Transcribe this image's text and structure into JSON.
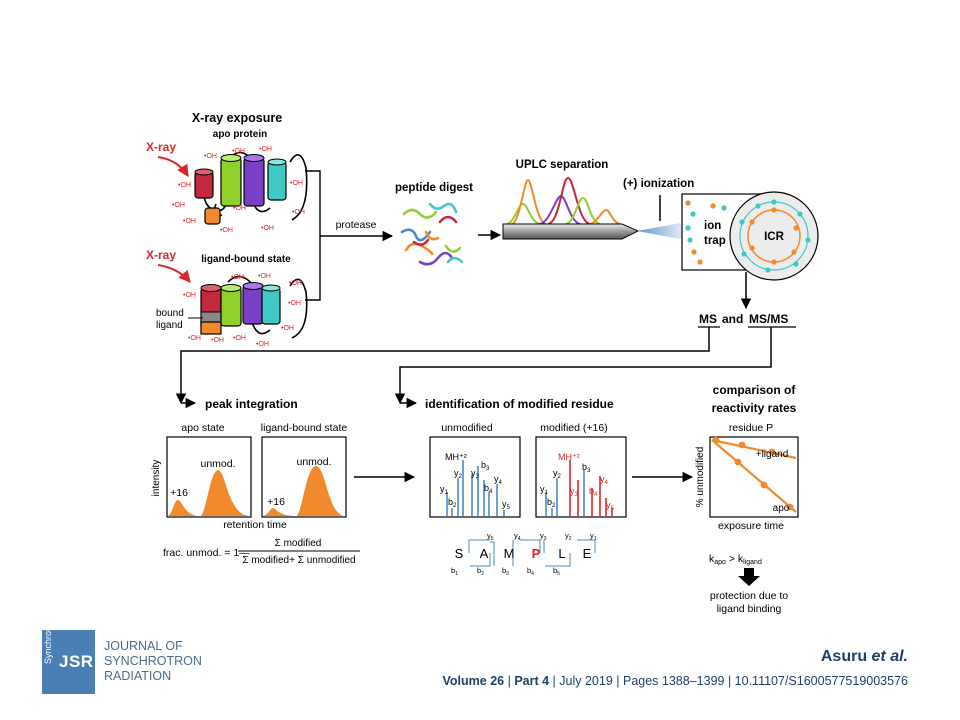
{
  "figure": {
    "xray_section_title": "X-ray exposure",
    "apo_protein": "apo protein",
    "ligand_bound_state": "ligand-bound state",
    "xray_label": "X-ray",
    "oh_label": "•OH",
    "bound": "bound",
    "ligand": "ligand",
    "protease": "protease",
    "peptide_digest": "peptide digest",
    "uplc_separation": "UPLC separation",
    "ionization": "(+) ionization",
    "ion": "ion",
    "trap": "trap",
    "icr": "ICR",
    "ms": "MS",
    "and": "and",
    "msms": "MS/MS",
    "peak_integration": "peak integration",
    "apo_state": "apo state",
    "ligand_bound_state_plot": "ligand-bound state",
    "intensity": "intensity",
    "unmod": "unmod.",
    "plus16": "+16",
    "retention_time": "retention time",
    "frac_unmod": "frac. unmod. = 1—",
    "sum_modified": "Σ modified",
    "sum_denominator": "Σ modified+ Σ unmodified",
    "identification": "identification of modified residue",
    "unmodified": "unmodified",
    "modified_plus16": "modified (+16)",
    "mh2": "MH⁺²",
    "sequence": [
      "S",
      "A",
      "M",
      "P",
      "L",
      "E"
    ],
    "comparison_title_1": "comparison of",
    "comparison_title_2": "reactivity rates",
    "residue_p": "residue P",
    "pct_unmodified": "% unmodified",
    "plus_ligand": "+ligand",
    "apo": "apo",
    "exposure_time": "exposure time",
    "k_apo": "k",
    "k_apo_sub": "apo",
    "gt": " > k",
    "k_ligand_sub": "ligand",
    "protection_1": "protection due to",
    "protection_2": "ligand binding"
  },
  "footer": {
    "journal_side": "Synchrotron",
    "journal_abbr": "JSR",
    "journal_line1": "JOURNAL OF",
    "journal_line2": "SYNCHROTRON",
    "journal_line3": "RADIATION",
    "author_name": "Asuru ",
    "author_etal": "et al.",
    "volume": "Volume 26",
    "part": "Part 4",
    "date": "July 2019",
    "pages": "Pages 1388–1399",
    "doi": "10.11107/S1600577519003576"
  },
  "colors": {
    "xray_red": "#d9262b",
    "helix_red": "#c4283c",
    "helix_green": "#8fd12a",
    "helix_purple": "#7a3fc4",
    "helix_teal": "#3ec9c4",
    "helix_orange": "#f08a2c",
    "spectrum_blue": "#4a88c9",
    "spectrum_red": "#d9262b",
    "footer_blue": "#1f3f6a",
    "badge_blue": "#4a7fb5"
  }
}
